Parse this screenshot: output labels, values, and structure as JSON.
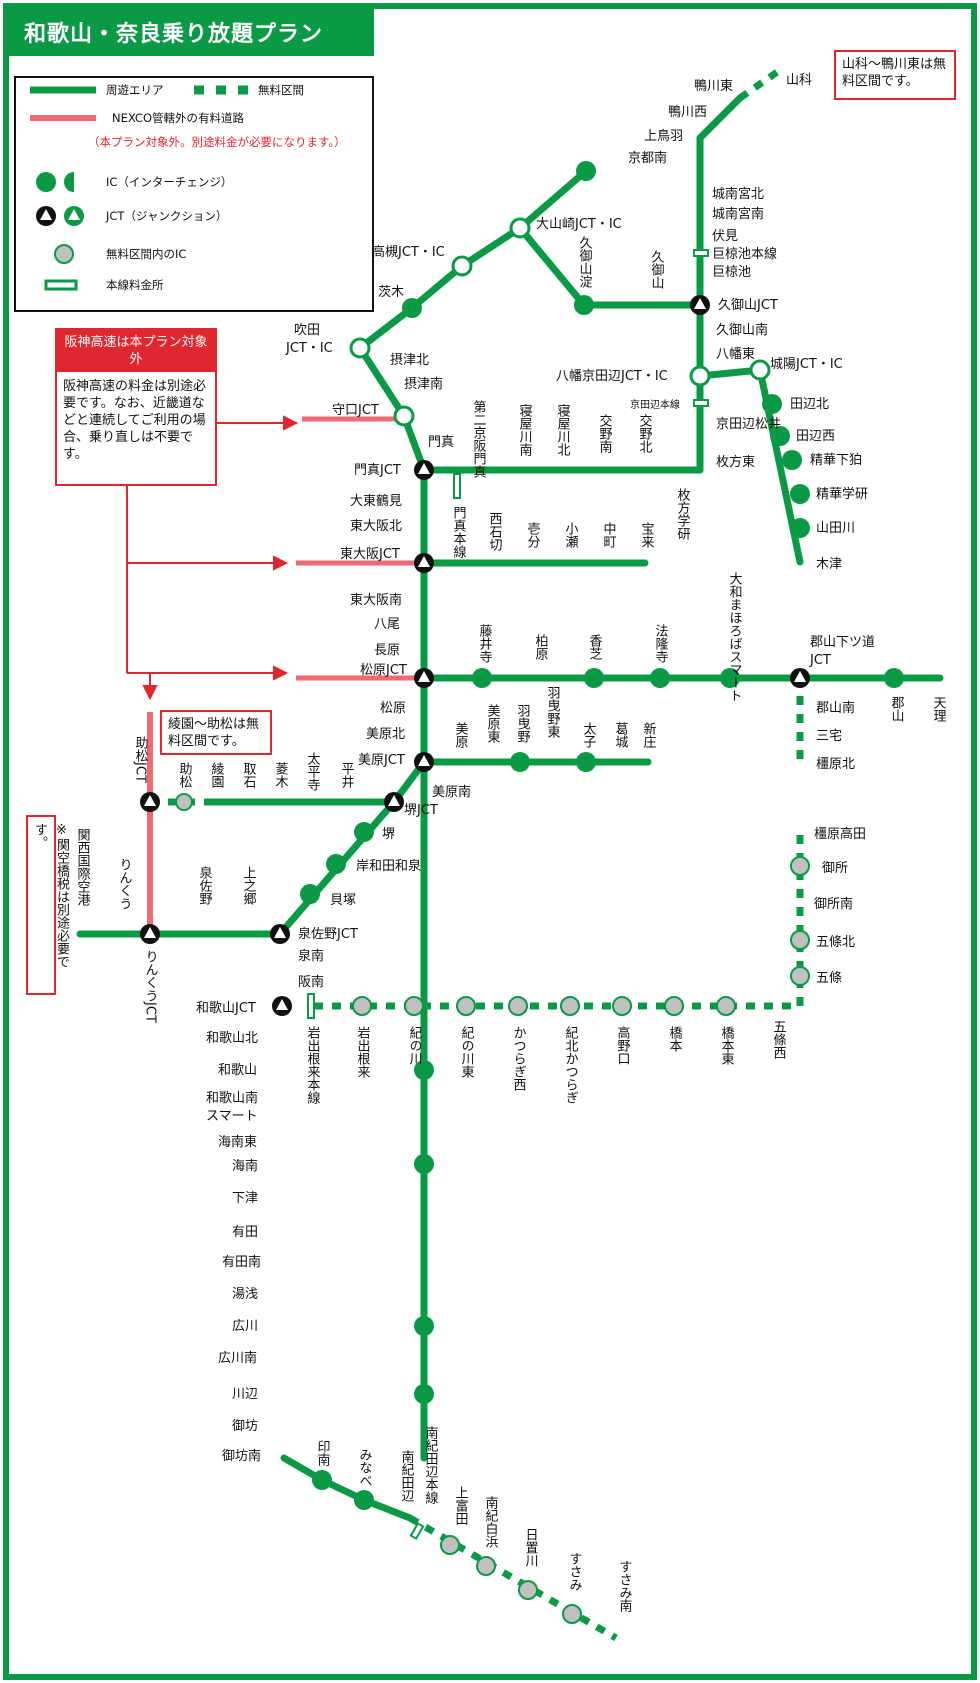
{
  "title": "和歌山・奈良乗り放題プラン",
  "colors": {
    "green": "#0a9a46",
    "red": "#f06a73",
    "arrow_red": "#e0262e",
    "free_ic": "#c0c0c0"
  },
  "legend": {
    "area": "周遊エリア",
    "free": "無料区間",
    "nexco": "NEXCO管轄外の有料道路",
    "nexco_note": "（本プラン対象外。別途料金が必要になります。）",
    "ic": "IC（インターチェンジ）",
    "jct": "JCT（ジャンクション）",
    "free_ic": "無料区間内のIC",
    "toll": "本線料金所"
  },
  "notes": {
    "yamashina": "山科～鴨川東は無料区間です。",
    "ayazono": "綾園～助松は無料区間です。",
    "hanshin_head": "阪神高速は本プラン対象外",
    "hanshin_body": "阪神高速の料金は別途必要です。なお、近畿道などと連続してご利用の場合、乗り直しは不要です。",
    "kanku": "※関空橋税は別途必要です。"
  },
  "labels": {
    "yamashina": "山科",
    "kamogawa_higashi": "鴨川東",
    "kamogawa_nishi": "鴨川西",
    "kamitoba": "上鳥羽",
    "kyoto_minami": "京都南",
    "jonangu_kita": "城南宮北",
    "jonangu_minami": "城南宮南",
    "fushimi": "伏見",
    "ogura_main": "巨椋池本線",
    "ogura": "巨椋池",
    "kumiyama_jct": "久御山JCT",
    "kumiyama_minami": "久御山南",
    "yawata_higashi": "八幡東",
    "joyo": "城陽JCT・IC",
    "yawata_jct": "八幡京田辺JCT・IC",
    "kyotanabe_main": "京田辺本線",
    "kyotanabe_matsui": "京田辺松井",
    "hirakata_higashi": "枚方東",
    "tanabe_kita": "田辺北",
    "tanabe_nishi": "田辺西",
    "seika_shimokoma": "精華下狛",
    "seika_gakken": "精華学研",
    "yamadagawa": "山田川",
    "kizu": "木津",
    "oyamazaki": "大山崎JCT・IC",
    "kumiyama_yodo": "久御山淀",
    "kumiyama": "久御山",
    "takatsuki": "高槻JCT・IC",
    "ibaraki": "茨木",
    "suita": "吹田JCT・IC",
    "settsu_kita": "摂津北",
    "settsu_minami": "摂津南",
    "moriguchi": "守口JCT",
    "kadoma": "門真",
    "kadoma_jct": "門真JCT",
    "kadoma_main": "門真本線",
    "dai2keihan": "第二京阪門真",
    "neyagawa_minami": "寝屋川南",
    "neyagawa_kita": "寝屋川北",
    "katano_minami": "交野南",
    "katano_kita": "交野北",
    "hirakata_gakken": "枚方学研",
    "daito_tsurumi": "大東鶴見",
    "higashiosaka_kita": "東大阪北",
    "higashiosaka_jct": "東大阪JCT",
    "nishiishikiri": "西石切",
    "ikko": "壱分",
    "kose": "小瀬",
    "nakamachi": "中町",
    "hora": "宝来",
    "higashiosaka_minami": "東大阪南",
    "yao": "八尾",
    "nagahara": "長原",
    "matsubara_jct": "松原JCT",
    "fujiidera": "藤井寺",
    "kashiwara": "柏原",
    "kashiba": "香芝",
    "horyuji": "法隆寺",
    "yamato_smart": "大和まほろばスマート",
    "koriyama_jct": "郡山下ツ道JCT",
    "koriyama": "郡山",
    "tenri": "天理",
    "koriyama_minami": "郡山南",
    "miyake": "三宅",
    "kashihara_kita": "橿原北",
    "matsubara": "松原",
    "mihara_kita": "美原北",
    "mihara_jct": "美原JCT",
    "mihara": "美原",
    "mihara_higashi": "美原東",
    "habikino": "羽曳野",
    "habikino_higashi": "羽曳野東",
    "taishi": "太子",
    "katsuragi": "葛城",
    "shinjo": "新庄",
    "mihara_minami": "美原南",
    "sukematsu_jct": "助松JCT",
    "sukematsu": "助松",
    "ayazono": "綾園",
    "toriishi": "取石",
    "hishiki": "菱木",
    "taiheiji": "太平寺",
    "hirai": "平井",
    "sakai_jct": "堺JCT",
    "sakai": "堺",
    "kishiwada": "岸和田和泉",
    "kaizuka": "貝塚",
    "izumisano_jct": "泉佐野JCT",
    "izumisano": "泉佐野",
    "kaminogo": "上之郷",
    "rinku_top": "りんくう",
    "rinku_jct": "りんくうJCT",
    "kansai_airport": "関西国際空港",
    "sennan": "泉南",
    "hannan": "阪南",
    "wakayama_jct": "和歌山JCT",
    "iwade_main": "岩出根来本線",
    "iwade": "岩出根来",
    "kinokawa": "紀の川",
    "kinokawa_higashi": "紀の川東",
    "katsuragi_nishi": "かつらぎ西",
    "kihoku_katsuragi": "紀北かつらぎ",
    "koyaguchi": "高野口",
    "hashimoto": "橋本",
    "hashimoto_higashi": "橋本東",
    "gojo_nishi": "五條西",
    "kashihara_takada": "橿原高田",
    "gose": "御所",
    "gose_minami": "御所南",
    "gojo_kita": "五條北",
    "gojo": "五條",
    "wakayama_kita": "和歌山北",
    "wakayama": "和歌山",
    "wakayama_minami": "和歌山南スマート",
    "kainan_higashi": "海南東",
    "kainan": "海南",
    "shimotsu": "下津",
    "arida": "有田",
    "arida_minami": "有田南",
    "yuasa": "湯浅",
    "hirogawa": "広川",
    "hirogawa_minami": "広川南",
    "kawabe": "川辺",
    "gobo": "御坊",
    "gobo_minami": "御坊南",
    "inami": "印南",
    "minabe": "みなべ",
    "minamikii_main": "南紀田辺本線",
    "minamikii": "南紀田辺",
    "kamitonda": "上富田",
    "minamikii_shirahama": "南紀白浜",
    "hikigawa": "日置川",
    "susami": "すさみ",
    "susami_minami": "すさみ南"
  }
}
